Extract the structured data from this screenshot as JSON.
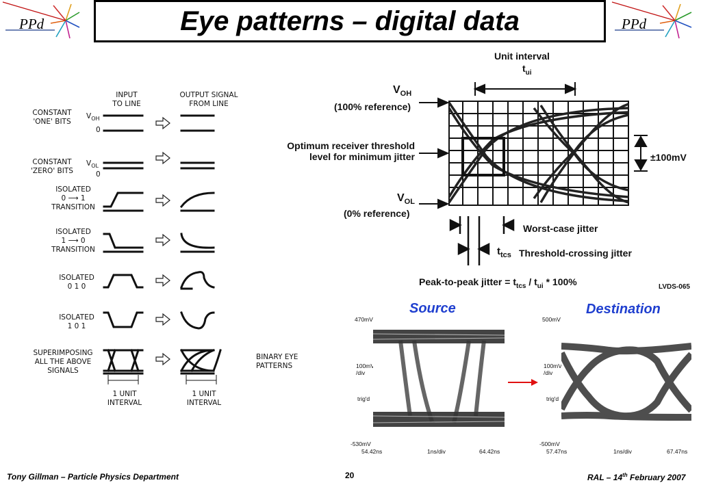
{
  "slide": {
    "title": "Eye patterns – digital data",
    "logo_text": "PPd",
    "footer_left": "Tony Gillman – Particle Physics Department",
    "footer_page": "20",
    "footer_right_prefix": "RAL – 14",
    "footer_right_sup": "th",
    "footer_right_suffix": " February 2007"
  },
  "left_diagram": {
    "col_input": [
      "INPUT",
      "TO LINE"
    ],
    "col_output": [
      "OUTPUT SIGNAL",
      "FROM LINE"
    ],
    "rows": [
      {
        "label": [
          "CONSTANT",
          "'ONE' BITS"
        ]
      },
      {
        "label": [
          "CONSTANT",
          "'ZERO' BITS"
        ]
      },
      {
        "label": [
          "ISOLATED",
          "0 ⟶ 1",
          "TRANSITION"
        ]
      },
      {
        "label": [
          "ISOLATED",
          "1 ⟶ 0",
          "TRANSITION"
        ]
      },
      {
        "label": [
          "ISOLATED",
          "0   1   0"
        ]
      },
      {
        "label": [
          "ISOLATED",
          "1   0   1"
        ]
      },
      {
        "label": [
          "SUPERIMPOSING",
          "ALL THE ABOVE",
          "SIGNALS"
        ]
      }
    ],
    "voh": "V",
    "voh_sub": "OH",
    "vol": "V",
    "vol_sub": "OL",
    "zero": "0",
    "binary_eye": [
      "BINARY EYE",
      "PATTERNS"
    ],
    "unit_interval": [
      "1 UNIT",
      "INTERVAL"
    ]
  },
  "right_diagram": {
    "unit_interval": "Unit interval",
    "tui": "t",
    "tui_sub": "ui",
    "voh": "V",
    "voh_sub": "OH",
    "voh_ref": "(100% reference)",
    "threshold": [
      "Optimum receiver threshold",
      "level for minimum jitter"
    ],
    "vol": "V",
    "vol_sub": "OL",
    "vol_ref": "(0% reference)",
    "pm100": "±100mV",
    "worst_case": "Worst-case jitter",
    "ttcs": "t",
    "ttcs_sub": "tcs",
    "threshold_crossing": "Threshold-crossing jitter",
    "p2p_prefix": "Peak-to-peak jitter = t",
    "p2p_sub1": "tcs",
    "p2p_mid": " / t",
    "p2p_sub2": "ui",
    "p2p_suffix": " * 100%",
    "lvds": "LVDS-065"
  },
  "scopes": {
    "source": {
      "title": "Source",
      "top": "470mV",
      "scale": "100mV",
      "scale2": "/div",
      "trig": "trig'd",
      "bottom": "-530mV",
      "x_left": "54.42ns",
      "x_mid": "1ns/div",
      "x_right": "64.42ns"
    },
    "destination": {
      "title": "Destination",
      "top": "500mV",
      "scale": "100mV",
      "scale2": "/div",
      "trig": "trig'd",
      "bottom": "-500mV",
      "x_left": "57.47ns",
      "x_mid": "1ns/div",
      "x_right": "67.47ns"
    },
    "arrow_color": "#e01010"
  }
}
